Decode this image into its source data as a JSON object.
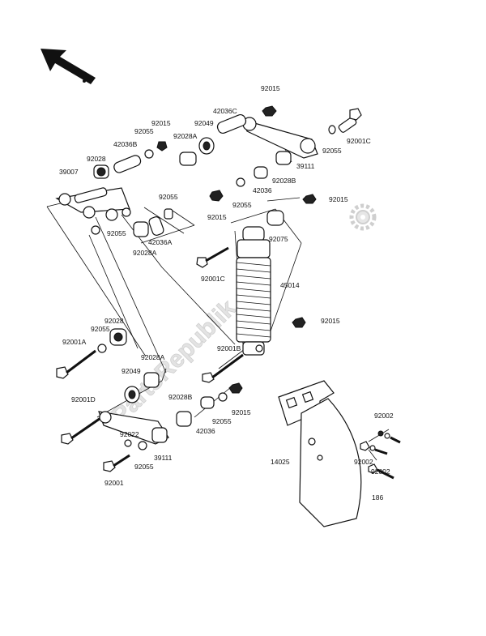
{
  "watermark": "PartsRepublik",
  "labels": {
    "l92015_top": "92015",
    "l42036C": "42036C",
    "l92049_top": "92049",
    "l92015_a": "92015",
    "l92055_a": "92055",
    "l92028A_top": "92028A",
    "l42036B": "42036B",
    "l92028_top": "92028",
    "l39007": "39007",
    "l39111_top": "39111",
    "l92055_r": "92055",
    "l92001C_r": "92001C",
    "l92028B_top": "92028B",
    "l42036_mid": "42036",
    "l92055_mid": "92055",
    "l92015_mid": "92015",
    "l92015_r": "92015",
    "l92055_b": "92055",
    "l92055_c": "92055",
    "l42036A": "42036A",
    "l92028A_mid": "92028A",
    "l92075": "92075",
    "l92001C_mid": "92001C",
    "l45014": "45014",
    "l92015_low": "92015",
    "l92028_low": "92028",
    "l92055_low": "92055",
    "l92001A": "92001A",
    "l92001B": "92001B",
    "l92028A_low": "92028A",
    "l92049_low": "92049",
    "l92001D": "92001D",
    "l92028B_low": "92028B",
    "l92055_low2": "92055",
    "l92015_low2": "92015",
    "l42036_low": "42036",
    "l92022": "92022",
    "l39111_low": "39111",
    "l92055_low3": "92055",
    "l92001_low": "92001",
    "l14025": "14025",
    "l92002_a": "92002",
    "l92002_b": "92002",
    "l92002_c": "92002",
    "l186": "186"
  }
}
